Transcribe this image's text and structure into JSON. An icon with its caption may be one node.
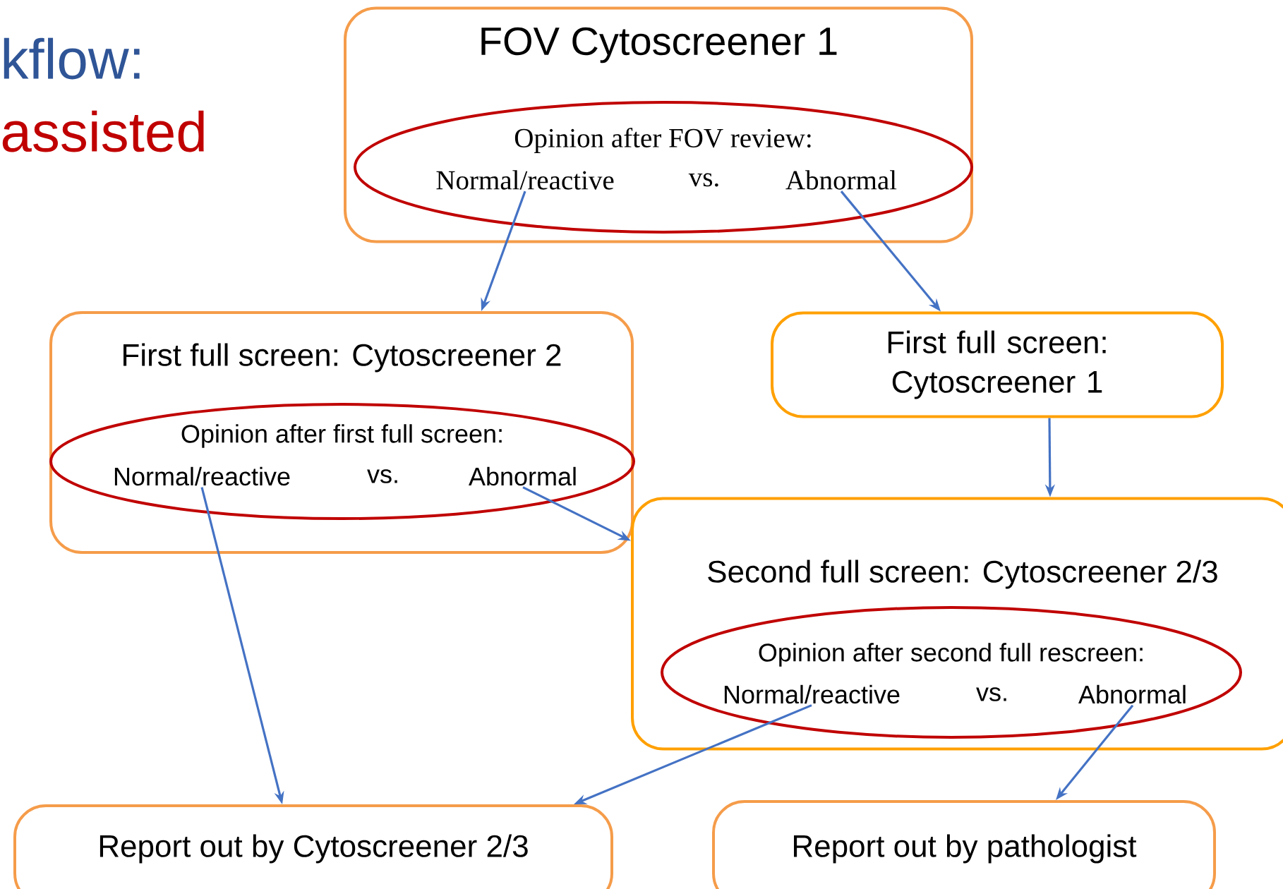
{
  "diagram": {
    "nodes": [
      {
        "text": [
          "FOV Cytoscreener 1"
        ]
      },
      {
        "text": [
          "Opinion after FOV review:"
        ],
        "in": 0
      },
      {
        "text": [
          "Normal/reactive"
        ],
        "in": 1
      },
      {
        "text": [
          "Abnormal"
        ],
        "in": 1
      },
      {
        "text": [
          "First full screen: Cytoscreener 2"
        ]
      },
      {
        "text": [
          "Opinion after first full screen:"
        ],
        "in": 4
      },
      {
        "text": [
          "Normal/reactive"
        ],
        "in": 5
      },
      {
        "text": [
          "Abnormal"
        ],
        "in": 5
      },
      {
        "text": [
          "First full screen: Cytoscreener 1"
        ]
      },
      {
        "text": [
          "Second full screen: Cytoscreener 2/3"
        ]
      },
      {
        "text": [
          "Opinion after second full rescreen:"
        ],
        "in": 9
      },
      {
        "text": [
          "Normal/reactive"
        ],
        "in": 10
      },
      {
        "text": [
          "Abnormal"
        ],
        "in": 10
      },
      {
        "text": [
          "Report out by Cytoscreener 2/3"
        ]
      },
      {
        "text": [
          "Report out by pathologist"
        ]
      }
    ],
    "edges": [
      {
        "from": 2,
        "to": 4,
        "arrow": "to"
      },
      {
        "from": 3,
        "to": 8,
        "arrow": "to"
      },
      {
        "from": 6,
        "to": 13,
        "arrow": "to"
      },
      {
        "from": 7,
        "to": 9,
        "arrow": "to"
      },
      {
        "from": 8,
        "to": 9,
        "arrow": "to"
      },
      {
        "from": 11,
        "to": 13,
        "arrow": "to"
      },
      {
        "from": 12,
        "to": 14,
        "arrow": "to"
      }
    ],
    "labels": [
      "kflow:",
      "assisted",
      "vs.",
      "vs.",
      "vs."
    ]
  }
}
